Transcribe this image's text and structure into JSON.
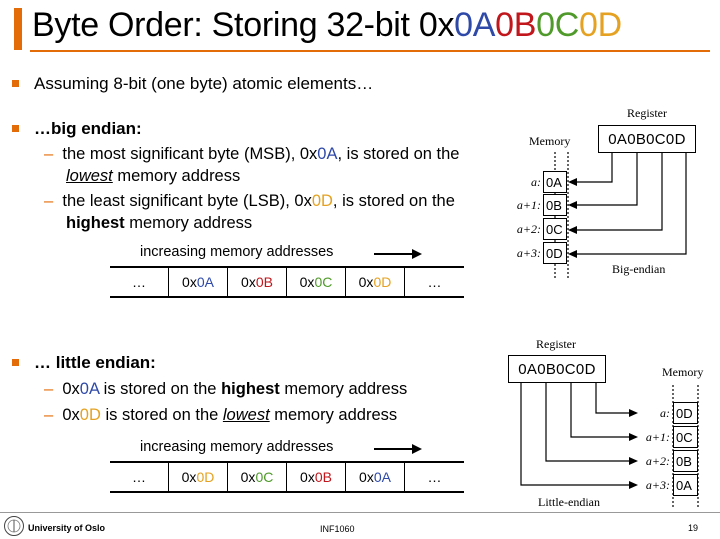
{
  "title": {
    "prefix": "Byte Order: Storing 32-bit 0x",
    "b1": "0A",
    "b2": "0B",
    "b3": "0C",
    "b4": "0D"
  },
  "intro": "Assuming 8-bit (one byte) atomic elements…",
  "big": {
    "heading": "…big endian:",
    "l1a": "the most significant byte (MSB), 0x",
    "l1b": "0A",
    "l1c": ", is stored on the",
    "l2a": "lowest",
    "l2b": " memory address",
    "l3a": "the least significant byte (LSB), 0x",
    "l3b": "0D",
    "l3c": ", is stored on the",
    "l4a": "highest",
    "l4b": " memory address"
  },
  "little": {
    "heading": "… little endian:",
    "l1a": "0x",
    "l1b": "0A",
    "l1c": " is stored on the ",
    "l1d": "highest",
    "l1e": " memory address",
    "l2a": "0x",
    "l2b": "0D",
    "l2c": " is stored on the ",
    "l2d": "lowest",
    "l2e": " memory address"
  },
  "increasing": "increasing memory addresses",
  "row_big": [
    "…",
    "0x",
    "0A",
    "0x",
    "0B",
    "0x",
    "0C",
    "0x",
    "0D",
    "…"
  ],
  "row_little": [
    "…",
    "0x",
    "0D",
    "0x",
    "0C",
    "0x",
    "0B",
    "0x",
    "0A",
    "…"
  ],
  "diagram_big": {
    "register_label": "Register",
    "register_value": "0A0B0C0D",
    "memory_label": "Memory",
    "addresses": [
      "a:",
      "a+1:",
      "a+2:",
      "a+3:"
    ],
    "cells": [
      "0A",
      "0B",
      "0C",
      "0D"
    ],
    "caption": "Big-endian"
  },
  "diagram_little": {
    "register_label": "Register",
    "register_value": "0A0B0C0D",
    "memory_label": "Memory",
    "addresses": [
      "a:",
      "a+1:",
      "a+2:",
      "a+3:"
    ],
    "cells": [
      "0D",
      "0C",
      "0B",
      "0A"
    ],
    "caption": "Little-endian"
  },
  "footer": {
    "university": "University of Oslo",
    "course": "INF1060",
    "page": "19"
  },
  "colors": {
    "accent": "#e36c09",
    "byte_0A": "#2e49a8",
    "byte_0B": "#c0161c",
    "byte_0C": "#4f9a2a",
    "byte_0D": "#e5a222"
  }
}
